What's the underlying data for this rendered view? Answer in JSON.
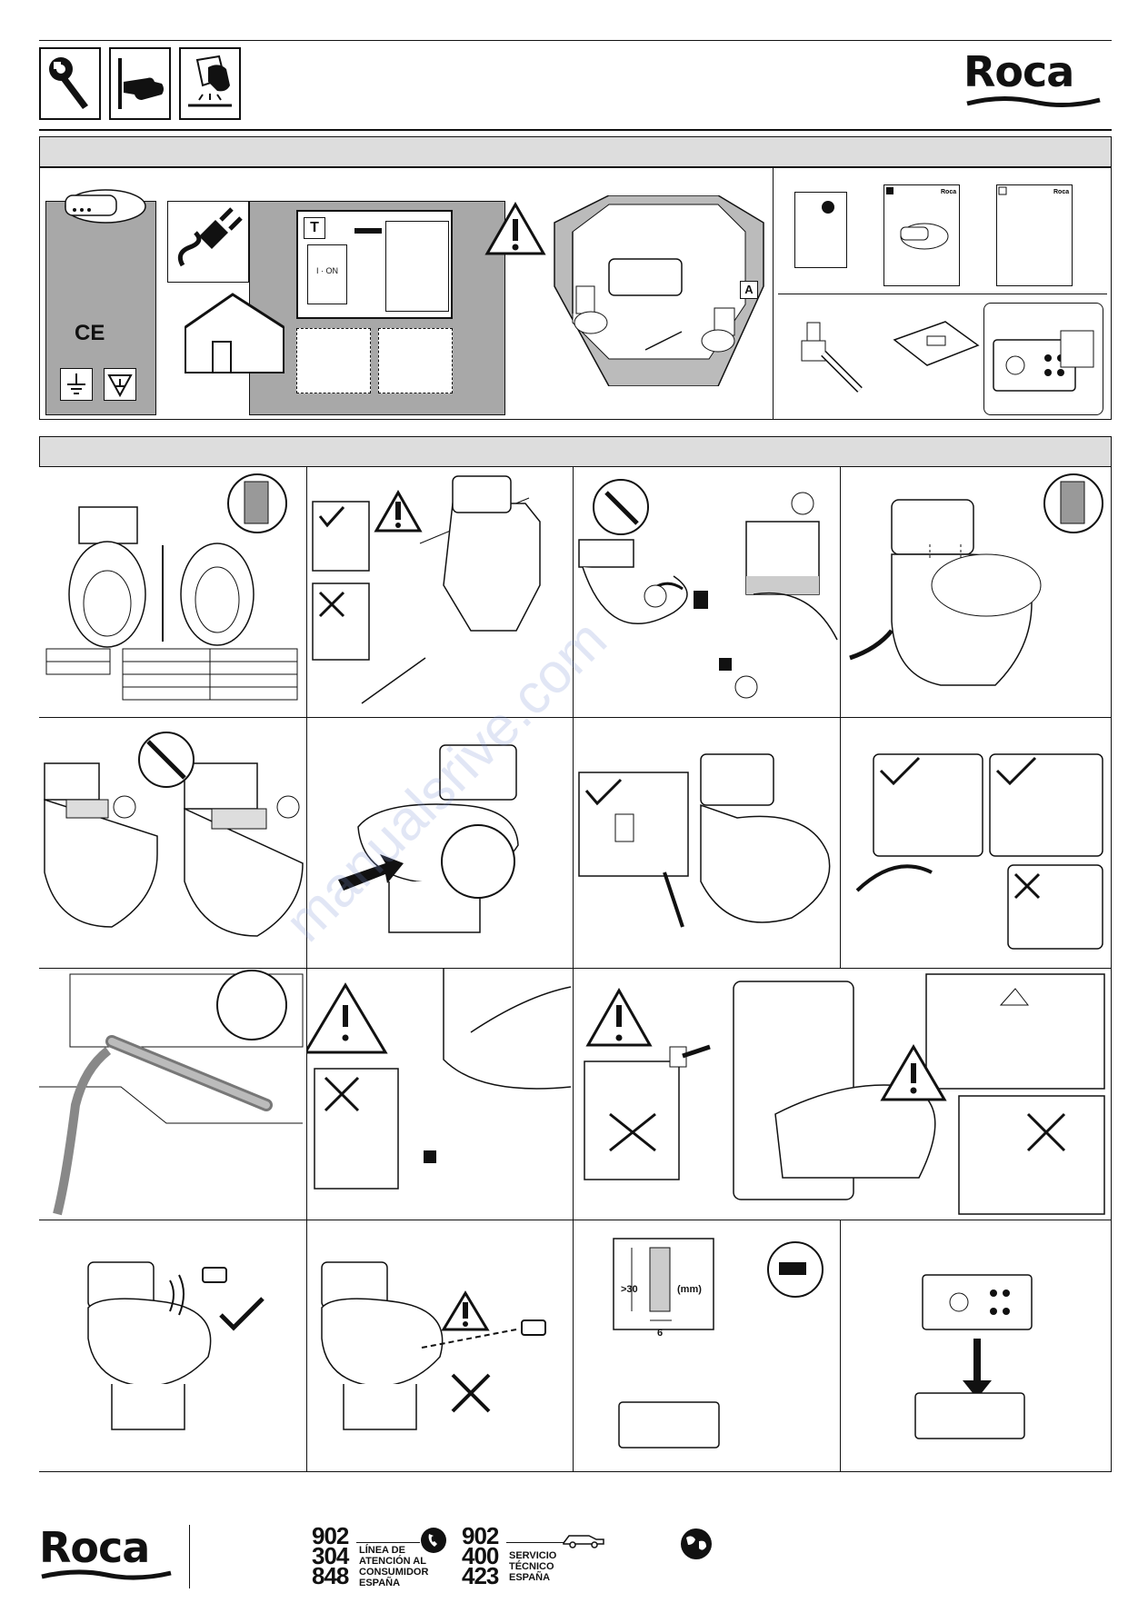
{
  "brand": {
    "name": "Roca"
  },
  "header": {
    "icons": [
      "wrench-icon",
      "hand-pointing-icon",
      "cleaning-cloth-icon"
    ]
  },
  "section1": {
    "ce_mark": "CE",
    "switch_label": "T",
    "switch_state": "I · ON",
    "zone_label": "A"
  },
  "section2": {
    "drill_depth": ">30",
    "drill_unit": "(mm)",
    "drill_diameter": "6"
  },
  "footer": {
    "consumer_line": {
      "number": [
        "902",
        "304",
        "848"
      ],
      "label": [
        "LÍNEA DE",
        "ATENCIÓN AL",
        "CONSUMIDOR",
        "ESPAÑA"
      ]
    },
    "technical_service": {
      "number": [
        "902",
        "400",
        "423"
      ],
      "label": [
        "SERVICIO",
        "TÉCNICO",
        "ESPAÑA"
      ]
    },
    "icons": [
      "phone-icon",
      "van-icon",
      "globe-icon"
    ]
  },
  "watermark": {
    "text": "manualsrive.com"
  },
  "colors": {
    "section_bar": "#dddddd",
    "panel_gray": "#a8a8a8",
    "watermark": "#8c9ad2"
  }
}
